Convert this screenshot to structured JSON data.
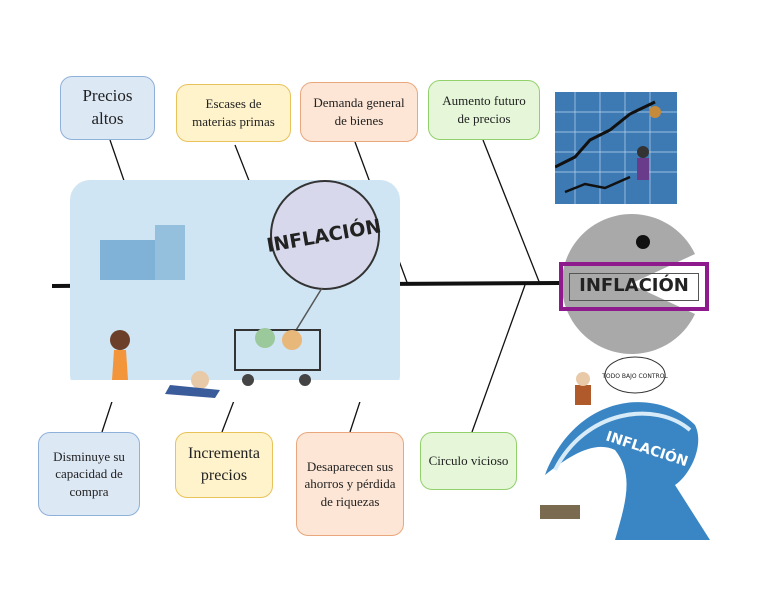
{
  "diagram": {
    "head_label": "INFLACIÓN",
    "causes_top": [
      "Precios altos",
      "Escases de materias primas",
      "Demanda general de bienes",
      "Aumento futuro de precios"
    ],
    "effects_bottom": [
      "Disminuye su capacidad de compra",
      "Incrementa precios",
      "Desaparecen sus ahorros y pérdida de riquezas",
      "Circulo vicioso"
    ]
  },
  "illustrations": {
    "balloon_text": "INFLACIÓN",
    "wave_text": "INFLACIÓN",
    "speech_bubble": "TODO BAJO CONTROL"
  },
  "colors": {
    "spine": "#111111",
    "head_border": "#8e1a8e",
    "pacman": "#a9a9a9"
  }
}
